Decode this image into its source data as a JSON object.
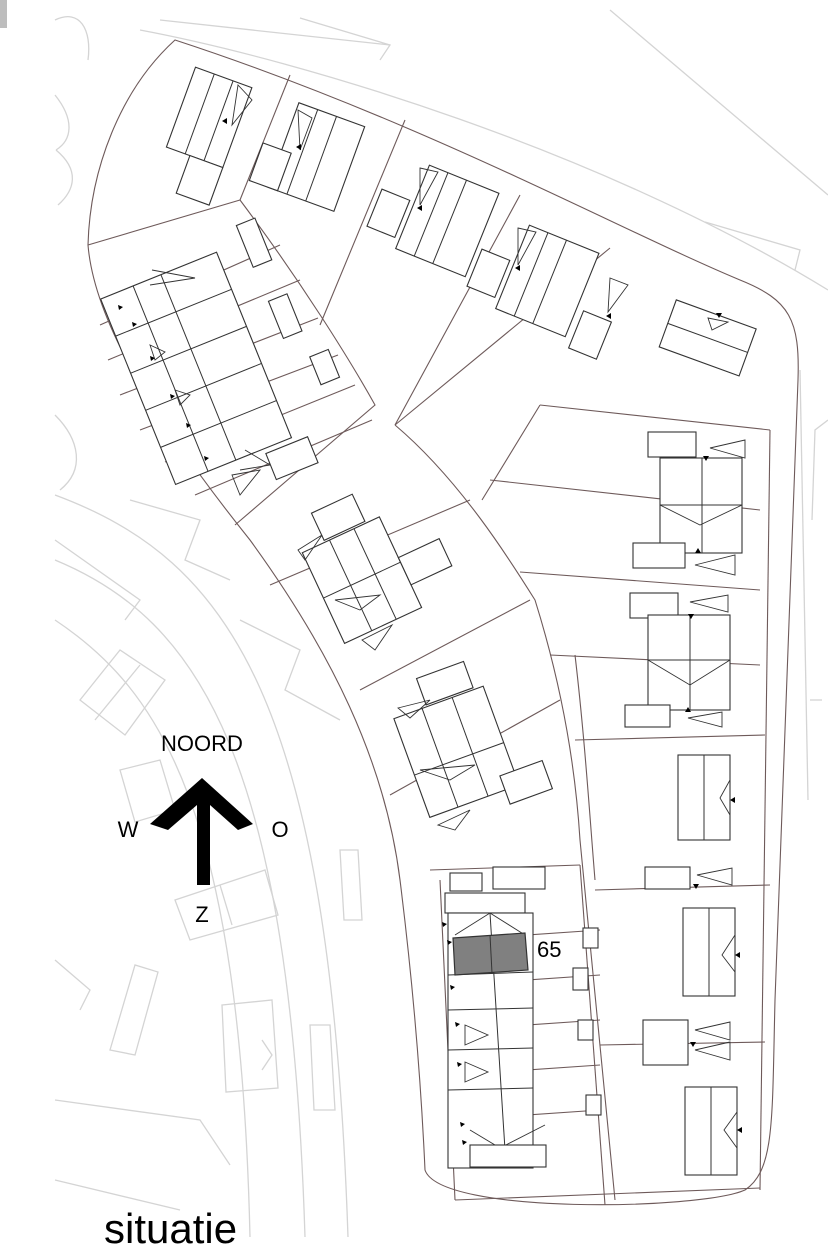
{
  "map": {
    "highlighted_plot_label": "65",
    "highlight_color": "#808080",
    "plot_line_color": "#6e5a5a",
    "background_line_color": "#d4d4d4"
  },
  "compass": {
    "north": "NOORD",
    "west": "W",
    "east": "O",
    "south": "Z",
    "icon": "north-arrow-icon"
  },
  "caption": "situatie"
}
